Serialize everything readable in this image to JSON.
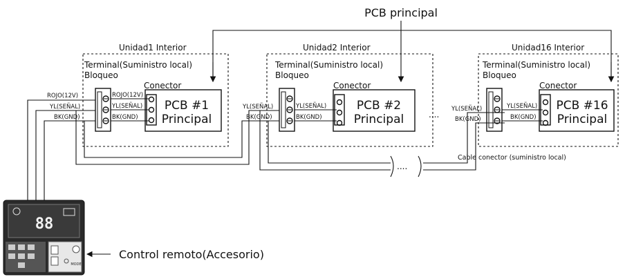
{
  "title": "PCB principal",
  "units": [
    {
      "name": "Unidad1 Interior",
      "pcb_line1": "PCB #1",
      "pcb_line2": "Principal"
    },
    {
      "name": "Unidad2 Interior",
      "pcb_line1": "PCB #2",
      "pcb_line2": "Principal"
    },
    {
      "name": "Unidad16 Interior",
      "pcb_line1": "PCB #16",
      "pcb_line2": "Principal"
    }
  ],
  "terminal_label_1": "Terminal(Suministro local)",
  "terminal_label_2": "Bloqueo",
  "connector_label": "Conector",
  "wires": {
    "red": "ROJO(12V)",
    "yellow": "YL(SEÑAL)",
    "black": "BK(GND)"
  },
  "ellipsis": "....",
  "cable_label": "Cable conector (suministro local)",
  "remote_label": "Control remoto(Accesorio)",
  "remote": {
    "display_digits": "88",
    "button_label": "MODE"
  }
}
